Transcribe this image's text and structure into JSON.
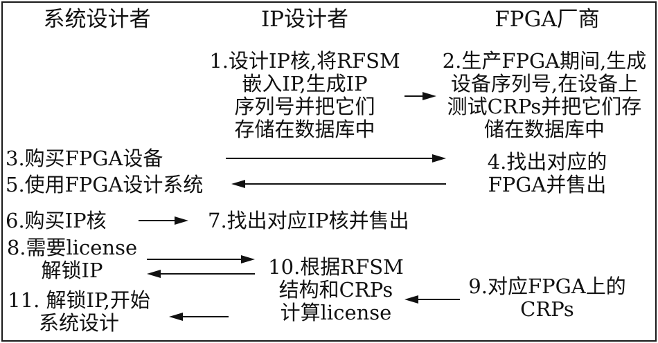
{
  "headers": {
    "system_designer": "系统设计者",
    "ip_designer": "IP设计者",
    "fpga_vendor": "FPGA厂商"
  },
  "steps": {
    "s1": [
      "1.设计IP核,将RFSM",
      "嵌入IP,生成IP",
      "序列号并把它们",
      "存储在数据库中"
    ],
    "s2": [
      "2.生产FPGA期间,生成",
      "设备序列号,在设备上",
      "测试CRPs并把它们存",
      "储在数据库中"
    ],
    "s3": "3.购买FPGA设备",
    "s4": [
      "4.找出对应的",
      "FPGA并售出"
    ],
    "s5": "5.使用FPGA设计系统",
    "s6": "6.购买IP核",
    "s7": "7.找出对应IP核并售出",
    "s8": [
      "8.需要license",
      "解锁IP"
    ],
    "s9": [
      "9.对应FPGA上的",
      "CRPs"
    ],
    "s10": [
      "10.根据RFSM",
      "结构和CRPs",
      "计算license"
    ],
    "s11": [
      "11. 解锁IP,开始",
      "系统设计"
    ]
  },
  "colors": {
    "text": "#111111",
    "border": "#1a1a1a",
    "arrow": "#111111"
  }
}
